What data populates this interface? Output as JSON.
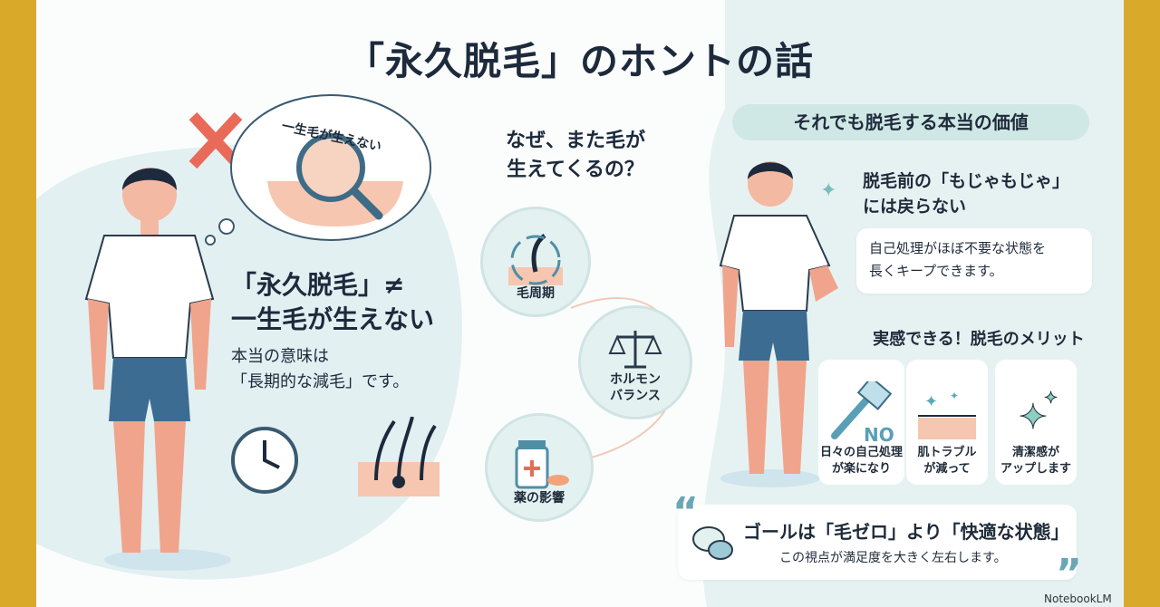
{
  "title": "「永久脱毛」のホントの話",
  "left": {
    "bubble_text": "一生毛が生えない",
    "headline_line1": "「永久脱毛」≠",
    "headline_line2": "一生毛が生えない",
    "sub_line1": "本当の意味は",
    "sub_line2": "「長期的な減毛」です。",
    "icons": [
      "clock-icon",
      "hair-follicle-icon"
    ]
  },
  "middle": {
    "question_line1": "なぜ、また毛が",
    "question_line2": "生えてくるの？",
    "causes": [
      {
        "label": "毛周期",
        "icon": "hair-cycle-icon"
      },
      {
        "label": "ホルモン\nバランス",
        "icon": "balance-scale-icon"
      },
      {
        "label": "薬の影響",
        "icon": "medicine-bottle-icon"
      }
    ]
  },
  "right": {
    "header": "それでも脱毛する本当の価値",
    "value_line1": "脱毛前の「もじゃもじゃ」",
    "value_line2": "には戻らない",
    "value_desc_line1": "自己処理がほぼ不要な状態を",
    "value_desc_line2": "長くキープできます。",
    "merits_title": "実感できる！脱毛のメリット",
    "merits": [
      {
        "icon": "razor-icon",
        "badge": "NO",
        "line1": "日々の自己処理",
        "line2": "が楽になり"
      },
      {
        "icon": "skin-sparkle-icon",
        "line1": "肌トラブル",
        "line2": "が減って"
      },
      {
        "icon": "sparkle-icon",
        "line1": "清潔感が",
        "line2": "アップします"
      }
    ],
    "quote_main": "ゴールは「毛ゼロ」より「快適な状態」",
    "quote_sub": "この視点が満足度を大きく左右します。"
  },
  "watermark": "NotebookLM",
  "colors": {
    "frame": "#d9a92a",
    "teal": "#cfe8e6",
    "navy": "#1d2a3c",
    "red": "#ea6a5a"
  }
}
